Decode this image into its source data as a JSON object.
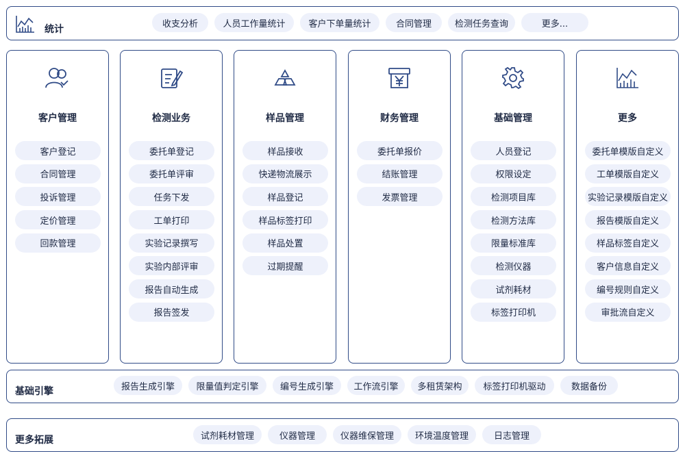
{
  "stats_bar": {
    "title": "统计",
    "items": [
      "收支分析",
      "人员工作量统计",
      "客户下单量统计",
      "合同管理",
      "检测任务查询",
      "更多..."
    ]
  },
  "columns": [
    {
      "title": "客户管理",
      "icon": "customer-icon",
      "items": [
        "客户登记",
        "合同管理",
        "投诉管理",
        "定价管理",
        "回款管理"
      ]
    },
    {
      "title": "检测业务",
      "icon": "edit-document-icon",
      "items": [
        "委托单登记",
        "委托单评审",
        "任务下发",
        "工单打印",
        "实验记录撰写",
        "实验内部评审",
        "报告自动生成",
        "报告签发"
      ]
    },
    {
      "title": "样品管理",
      "icon": "stacked-boxes-icon",
      "items": [
        "样品接收",
        "快递物流展示",
        "样品登记",
        "样品标签打印",
        "样品处置",
        "过期提醒"
      ]
    },
    {
      "title": "财务管理",
      "icon": "yen-icon",
      "items": [
        "委托单报价",
        "结账管理",
        "发票管理"
      ]
    },
    {
      "title": "基础管理",
      "icon": "gear-icon",
      "items": [
        "人员登记",
        "权限设定",
        "检测项目库",
        "检测方法库",
        "限量标准库",
        "检测仪器",
        "试剂耗材",
        "标签打印机"
      ]
    },
    {
      "title": "更多",
      "icon": "chart-icon",
      "items": [
        "委托单模版自定义",
        "工单模版自定义",
        "实验记录模版自定义",
        "报告模版自定义",
        "样品标签自定义",
        "客户信息自定义",
        "编号规则自定义",
        "审批流自定义"
      ]
    }
  ],
  "engine_bar": {
    "title": "基础引擎",
    "items": [
      "报告生成引擎",
      "限量值判定引擎",
      "编号生成引擎",
      "工作流引擎",
      "多租赁架构",
      "标签打印机驱动",
      "数据备份"
    ]
  },
  "extension_bar": {
    "title": "更多拓展",
    "items": [
      "试剂耗材管理",
      "仪器管理",
      "仪器维保管理",
      "环境温度管理",
      "日志管理"
    ]
  },
  "colors": {
    "border": "#2f4a86",
    "pill_bg": "#eef1fb",
    "icon": "#2f4a86"
  }
}
